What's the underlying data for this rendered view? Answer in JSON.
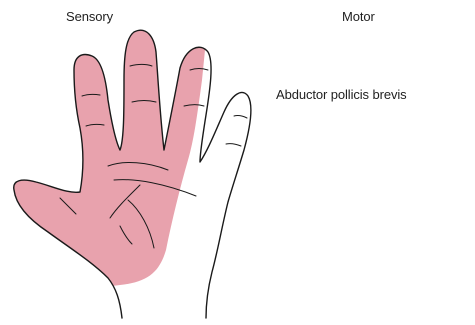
{
  "labels": {
    "sensory": "Sensory",
    "motor": "Motor",
    "muscle": "Abductor pollicis brevis"
  },
  "colors": {
    "sensory_area": "#e8a2ad",
    "outline": "#1a1a1a",
    "background": "#ffffff"
  }
}
